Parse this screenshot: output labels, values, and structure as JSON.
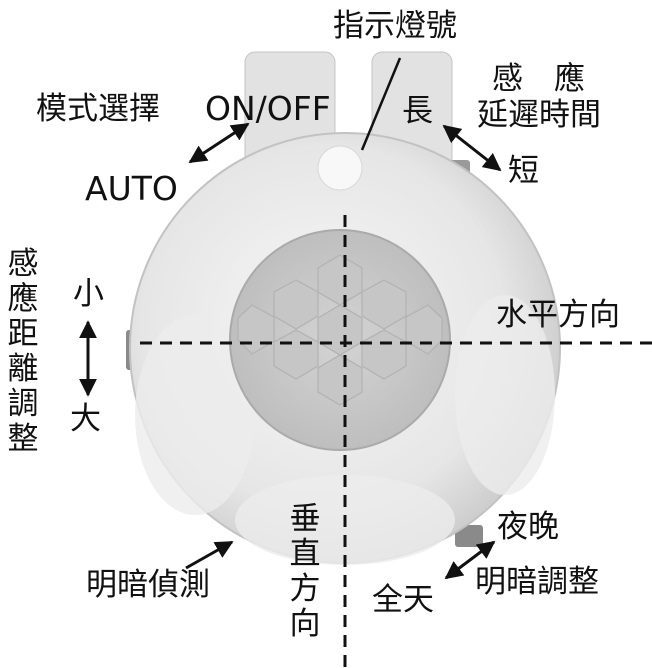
{
  "labels": {
    "indicator": "指示燈號",
    "mode_select": "模式選擇",
    "on_off": "ON/OFF",
    "auto": "AUTO",
    "delay_line1": "感　應",
    "delay_line2": "延遲時間",
    "long": "長",
    "short": "短",
    "horizontal": "水平方向",
    "vertical": "垂直方向",
    "distance": "感應距離調整",
    "small": "小",
    "large": "大",
    "light_detect": "明暗偵測",
    "night": "夜晚",
    "allday": "全天",
    "light_adjust": "明暗調整"
  }
}
